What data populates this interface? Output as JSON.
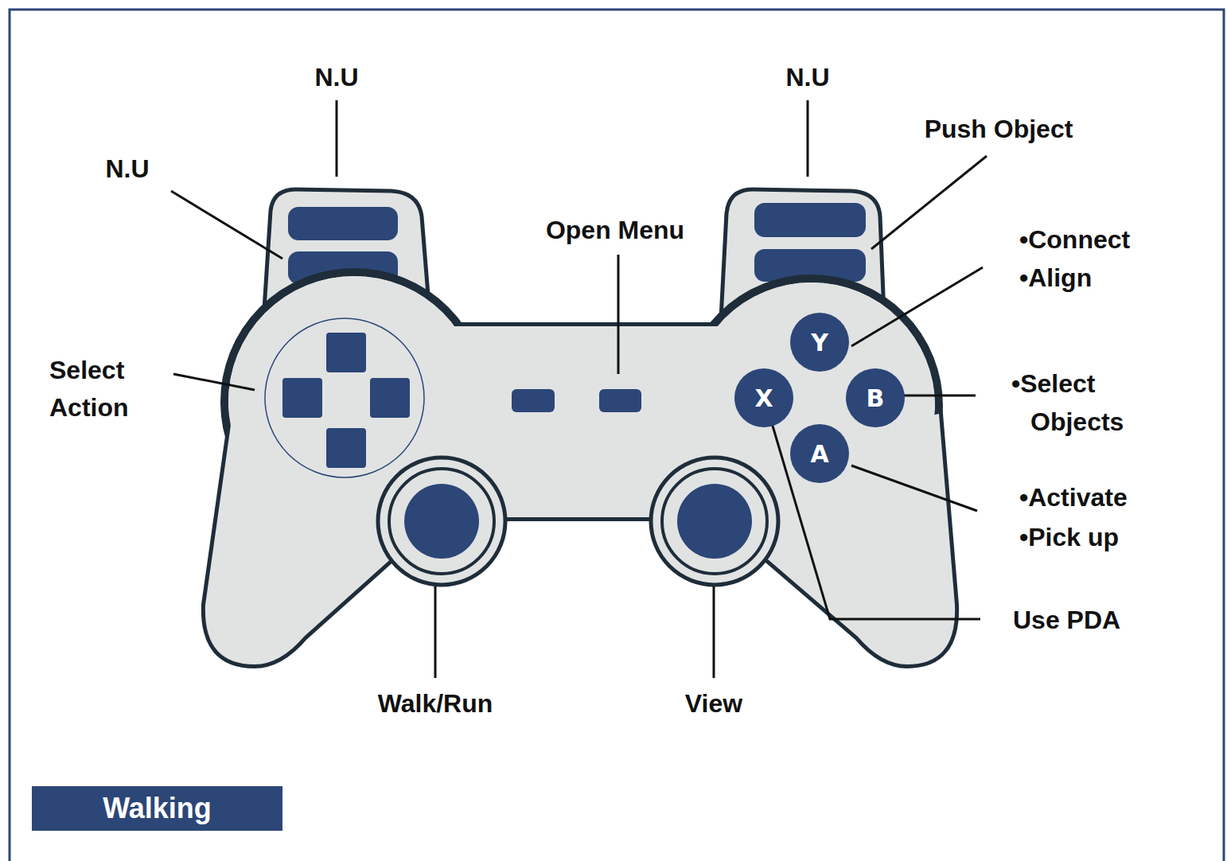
{
  "diagram": {
    "nodes": [
      {
        "text": [
          "Y"
        ]
      },
      {
        "text": [
          "X"
        ]
      },
      {
        "text": [
          "B"
        ]
      },
      {
        "text": [
          "A"
        ]
      },
      {
        "text": [
          "Walking"
        ]
      }
    ],
    "labels": [
      "N.U",
      "N.U",
      "N.U",
      "Push Object",
      "Open Menu",
      "•Connect",
      "•Align",
      "Select Action",
      "•Select Objects",
      "•Activate",
      "•Pick up",
      "Use PDA",
      "Walk/Run",
      "View"
    ]
  }
}
